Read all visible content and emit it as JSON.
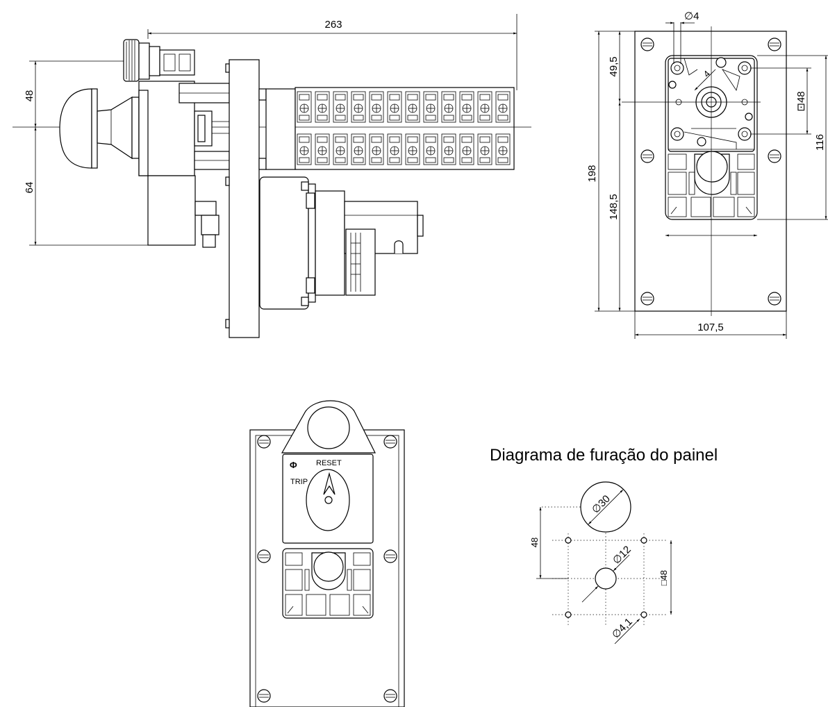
{
  "title": "Diagrama de furação do painel",
  "side_view": {
    "dim_length": "263",
    "dim_upper": "48",
    "dim_lower": "64"
  },
  "rear_view": {
    "dim_hole": "∅4",
    "dim_top": "49,5",
    "dim_bottom": "148,5",
    "dim_total_height": "198",
    "dim_square": "⊡48",
    "dim_right_height": "116",
    "dim_width": "107,5",
    "dim_diag": "4"
  },
  "front_view": {
    "symbol": "Φ",
    "label_reset": "RESET",
    "label_trip": "TRIP"
  },
  "drilling": {
    "dim_large": "∅30",
    "dim_center": "∅12",
    "dim_small": "∅4,1",
    "dim_vertical": "48",
    "dim_square": "□48"
  }
}
